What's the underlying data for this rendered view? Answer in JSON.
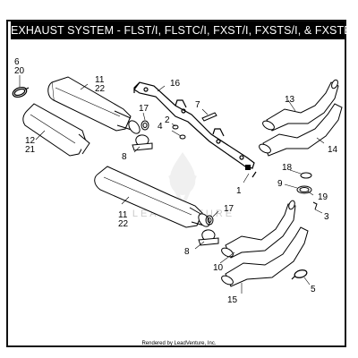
{
  "title": "EXHAUST SYSTEM - FLST/I, FLSTC/I, FXST/I, FXSTS/I, & FXSTB/I",
  "callouts": {
    "c1": "1",
    "c2": "2",
    "c3": "3",
    "c4": "4",
    "c5": "5",
    "c6": "6",
    "c20a": "20",
    "c7": "7",
    "c8a": "8",
    "c8b": "8",
    "c9": "9",
    "c10": "10",
    "c11a": "11",
    "c22a": "22",
    "c11b": "11",
    "c22b": "22",
    "c12": "12",
    "c21": "21",
    "c13": "13",
    "c14": "14",
    "c15": "15",
    "c16": "16",
    "c17a": "17",
    "c17b": "17",
    "c18": "18",
    "c19": "19"
  },
  "watermark": "LEADVENTURE",
  "footer": "Rendered by LeadVenture, Inc."
}
